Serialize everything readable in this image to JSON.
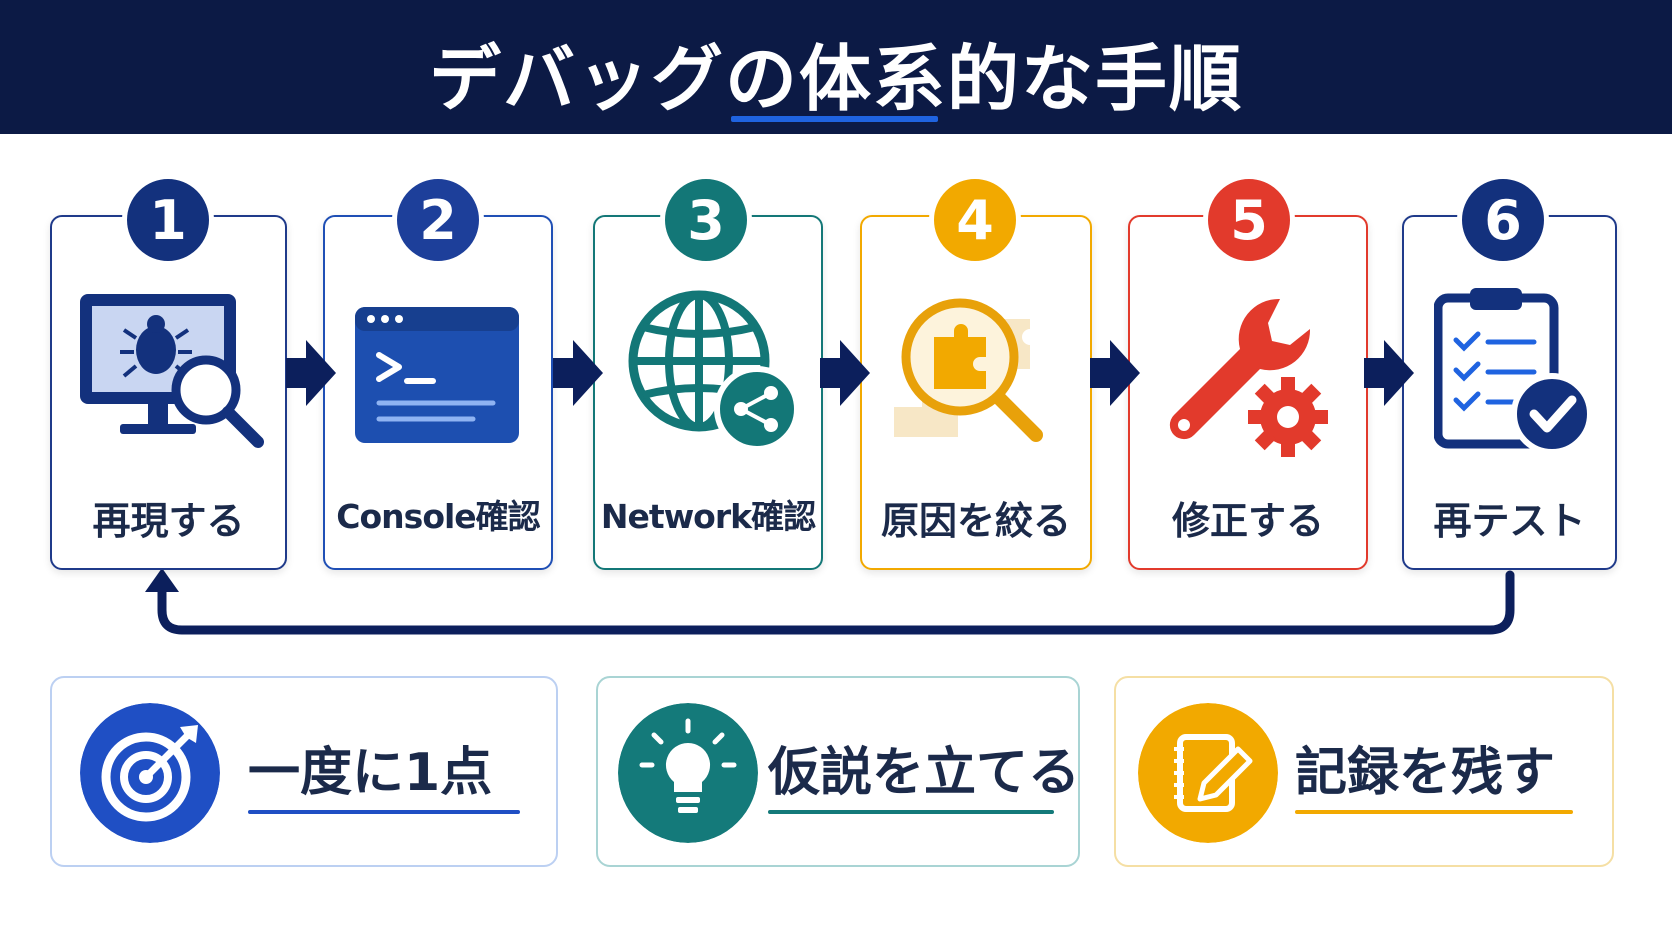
{
  "title": "デバッグの体系的な手順",
  "colors": {
    "navy": "#0c1a45",
    "blue": "#1f63e0",
    "step1": "#13317d",
    "step2": "#1d3f9a",
    "step3": "#137777",
    "step4": "#f2a900",
    "step5": "#e23a2c",
    "step6": "#13317d"
  },
  "steps": [
    {
      "number": "1",
      "label": "再現する",
      "icon": "monitor-bug-magnifier-icon"
    },
    {
      "number": "2",
      "label": "Console確認",
      "icon": "console-terminal-icon"
    },
    {
      "number": "3",
      "label": "Network確認",
      "icon": "globe-share-icon"
    },
    {
      "number": "4",
      "label": "原因を絞る",
      "icon": "puzzle-magnifier-icon"
    },
    {
      "number": "5",
      "label": "修正する",
      "icon": "wrench-gear-icon"
    },
    {
      "number": "6",
      "label": "再テスト",
      "icon": "clipboard-check-icon"
    }
  ],
  "tips": [
    {
      "label": "一度に1点",
      "icon": "target-arrow-icon",
      "color": "#1f4fc4"
    },
    {
      "label": "仮説を立てる",
      "icon": "lightbulb-icon",
      "color": "#147a7a"
    },
    {
      "label": "記録を残す",
      "icon": "notebook-pencil-icon",
      "color": "#f2a900"
    }
  ]
}
